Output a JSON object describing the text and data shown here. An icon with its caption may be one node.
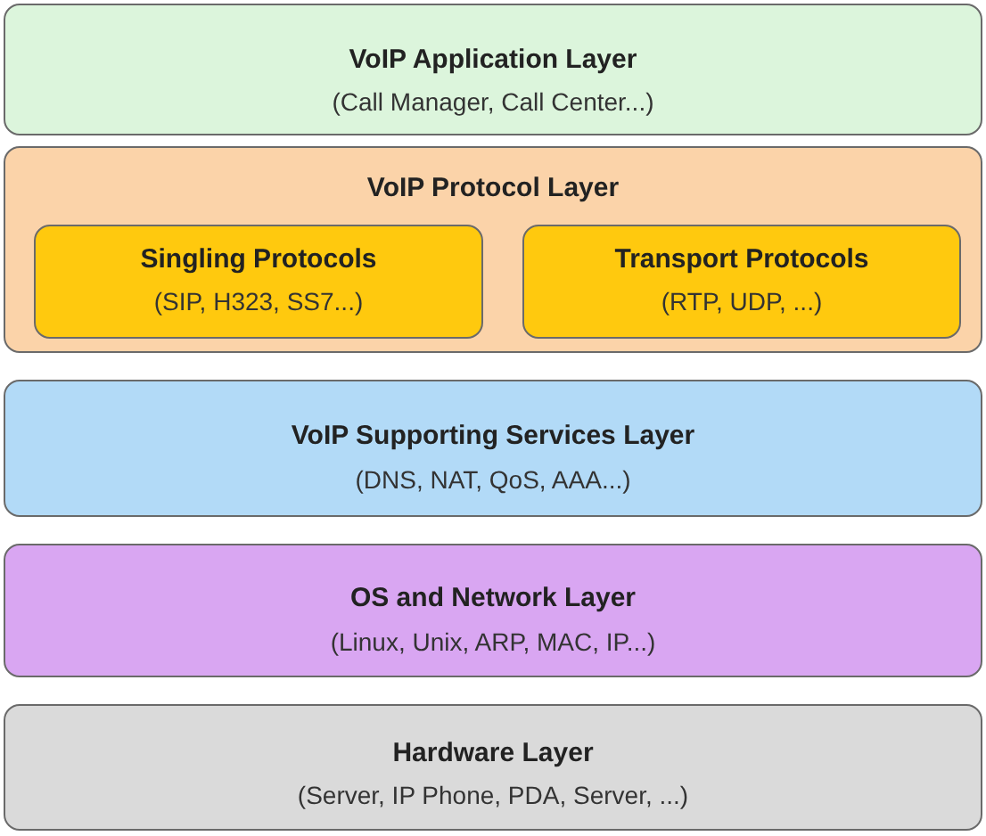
{
  "diagram": {
    "nodes": [
      {
        "text": [
          "VoIP Application Layer",
          "(Call Manager, Call Center...)"
        ]
      },
      {
        "text": [
          "VoIP Protocol Layer"
        ]
      },
      {
        "text": [
          "Singling Protocols",
          "(SIP, H323, SS7...)"
        ],
        "in": 1
      },
      {
        "text": [
          "Transport Protocols",
          "(RTP, UDP, ...)"
        ],
        "in": 1
      },
      {
        "text": [
          "VoIP Supporting Services Layer",
          "(DNS, NAT, QoS, AAA...)"
        ]
      },
      {
        "text": [
          "OS and Network Layer",
          "(Linux, Unix, ARP, MAC, IP...)"
        ]
      },
      {
        "text": [
          "Hardware Layer",
          "(Server, IP Phone, PDA, Server, ...)"
        ]
      }
    ]
  }
}
